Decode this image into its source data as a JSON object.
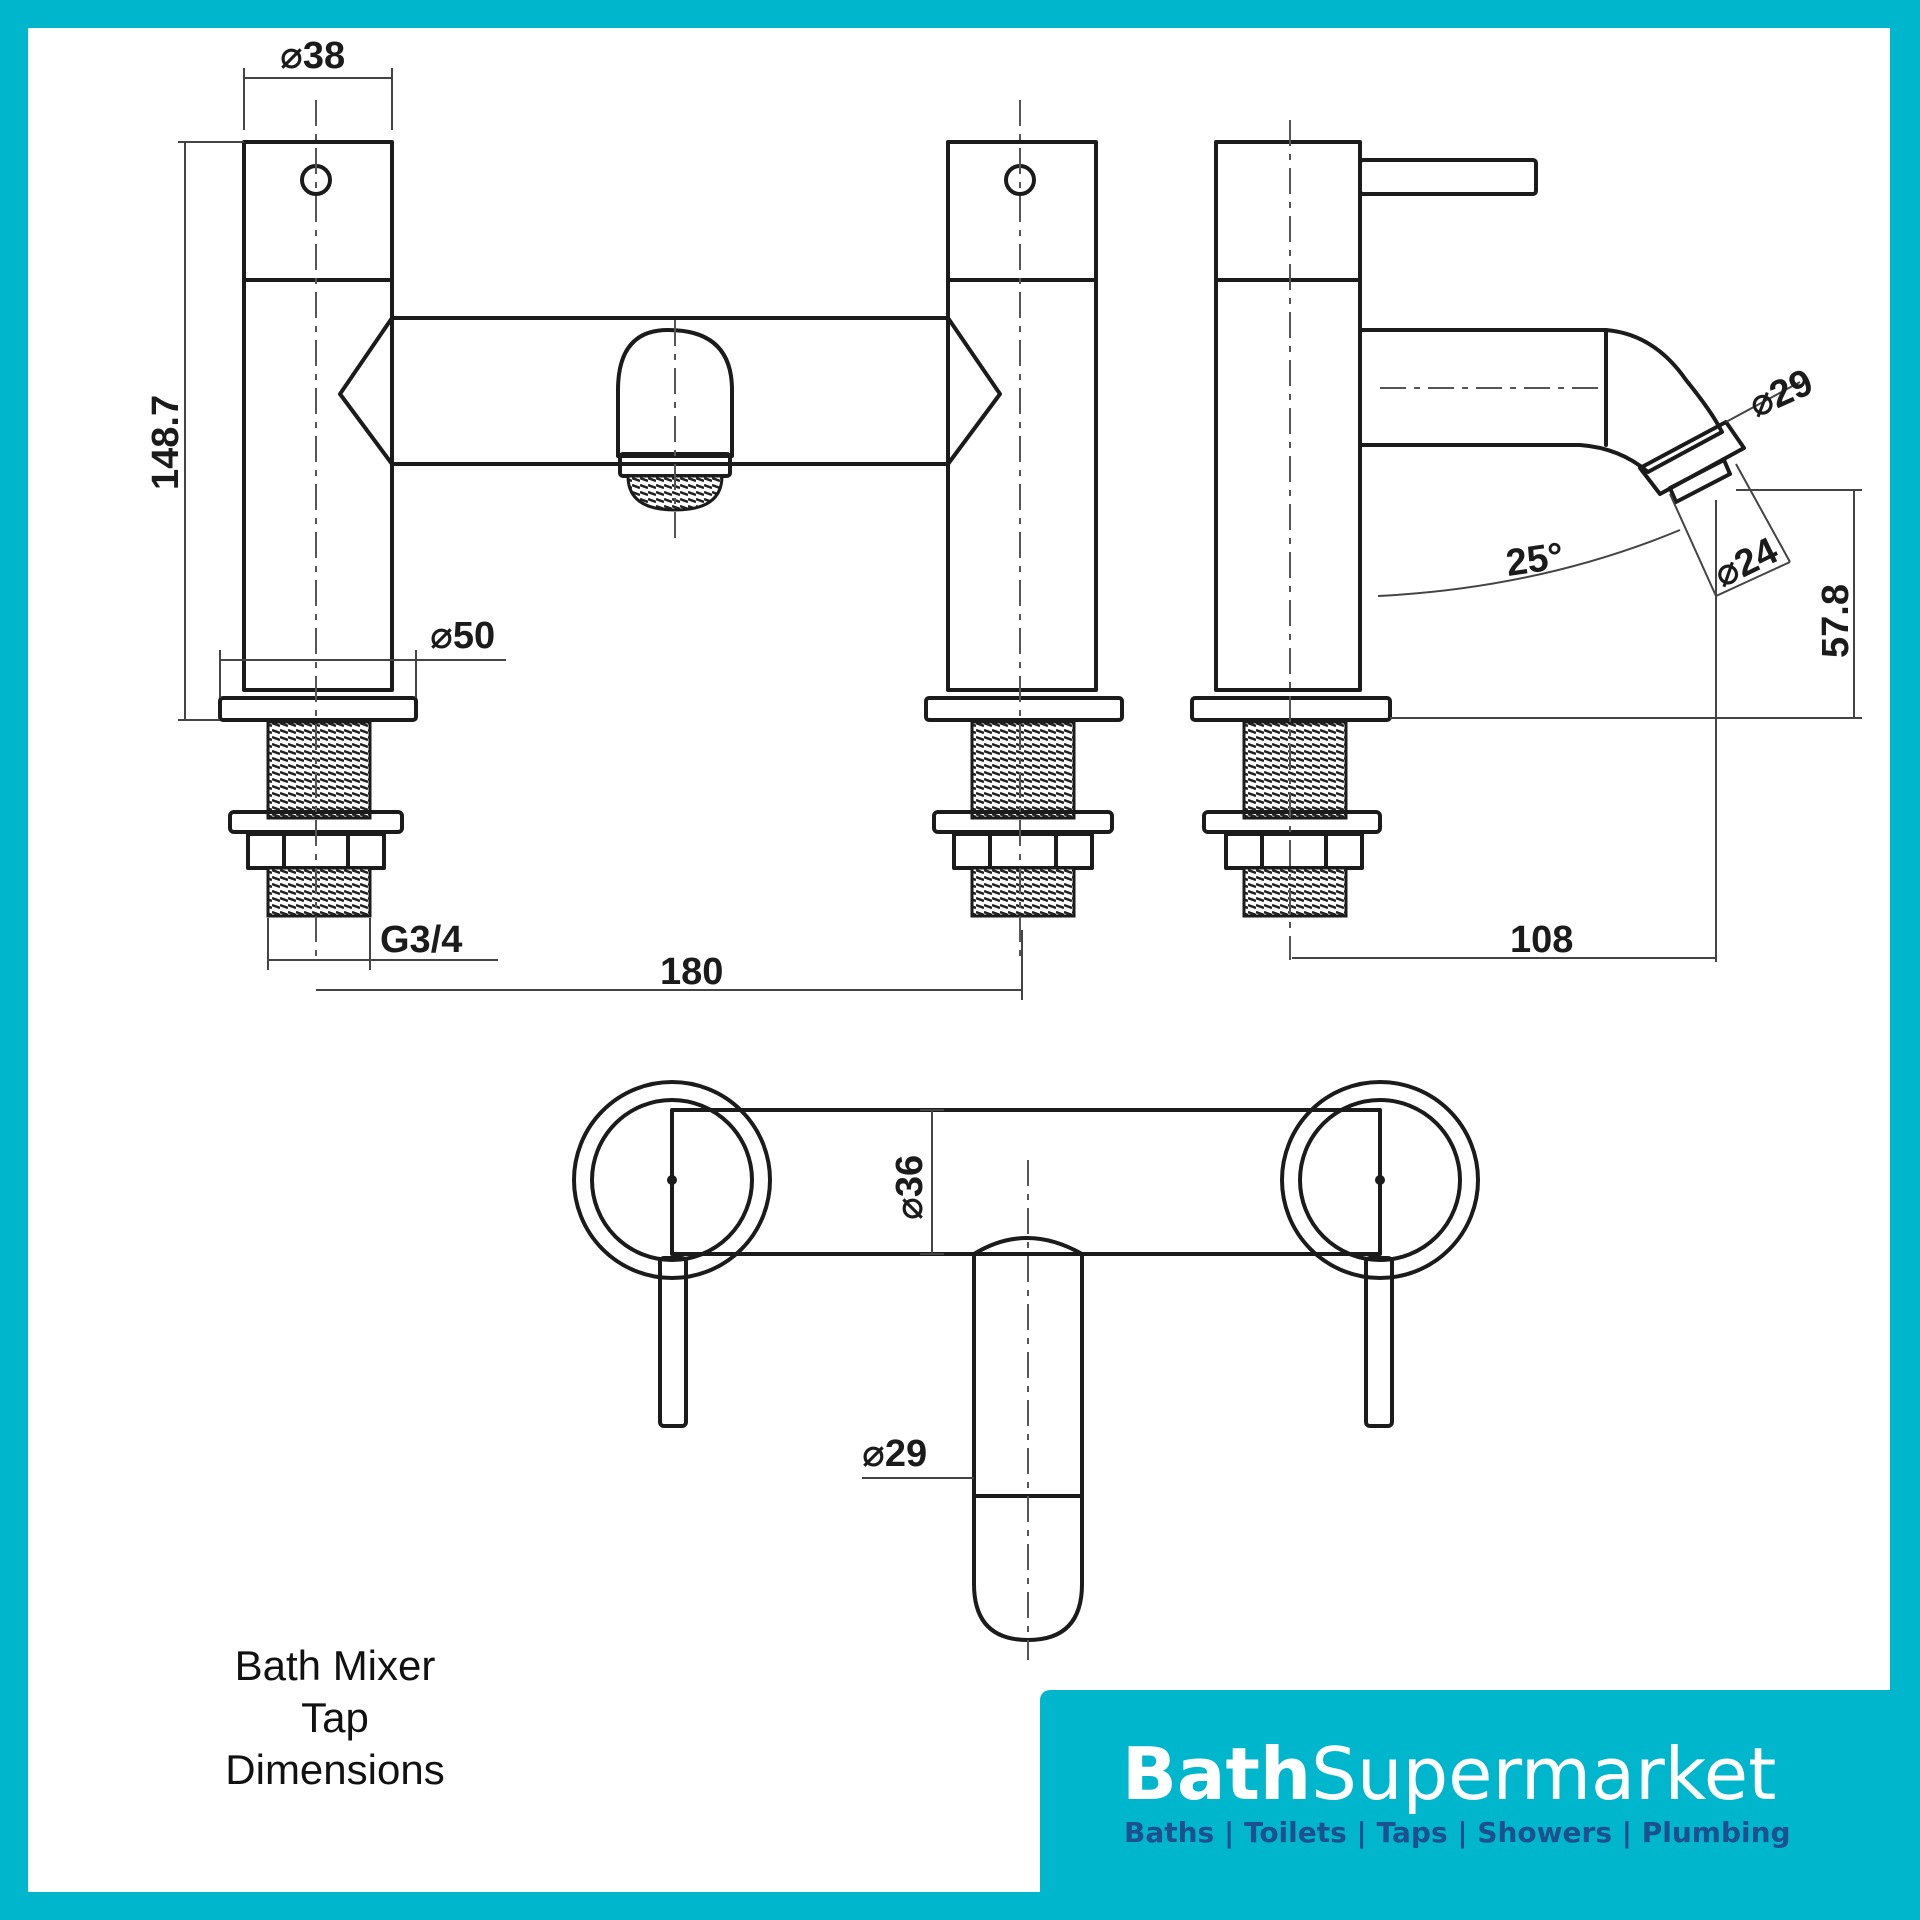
{
  "colors": {
    "frame": "#00b6cc",
    "panel": "#00b6cc",
    "tagline": "#1e4f8f",
    "line": "#1b1b1b"
  },
  "caption": {
    "line1": "Bath Mixer",
    "line2": "Tap",
    "line3": "Dimensions"
  },
  "brand": {
    "name_bold": "Bath",
    "name_light": "Supermarket",
    "tagline": "Baths | Toilets | Taps | Showers | Plumbing"
  },
  "dimensions": {
    "handle_dia": "⌀38",
    "body_height": "148.7",
    "base_dia": "⌀50",
    "thread": "G3/4",
    "centres": "180",
    "spout_outlet_dia": "⌀29",
    "aerator_dia": "⌀24",
    "spout_angle": "25°",
    "spout_height": "57.8",
    "spout_reach": "108",
    "bridge_dia": "⌀36",
    "plan_spout_dia": "⌀29"
  }
}
